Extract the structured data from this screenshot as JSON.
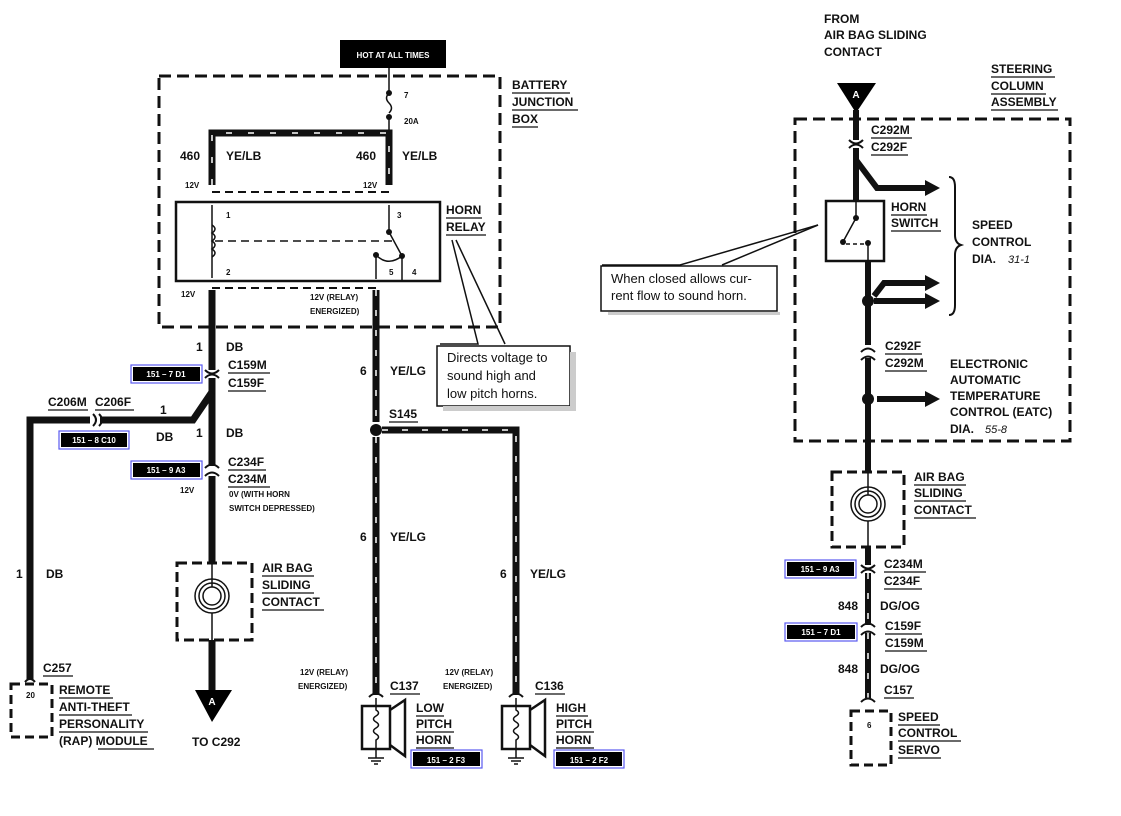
{
  "diagram": {
    "type": "wiring-schematic",
    "title": "Horn circuit"
  },
  "colors": {
    "ink": "#111111",
    "background": "#ffffff",
    "link_border": "#5b5bf0",
    "link_fill": "#000000",
    "link_text": "#ffffff"
  },
  "power": {
    "hot_label": "HOT AT ALL TIMES",
    "fuse_number": "7",
    "fuse_rating": "20A",
    "junction_box": [
      "BATTERY",
      "JUNCTION",
      "BOX"
    ]
  },
  "relay": {
    "name": [
      "HORN",
      "RELAY"
    ],
    "pins": [
      "1",
      "2",
      "3",
      "4",
      "5"
    ],
    "circuit_left": "460",
    "color_left": "YE/LB",
    "circuit_right": "460",
    "color_right": "YE/LB",
    "volt_left_top": "12V",
    "volt_right_top": "12V",
    "volt_left_bottom": "12V",
    "volt_right_bottom": [
      "12V (RELAY)",
      "ENERGIZED)"
    ]
  },
  "left_branch": {
    "wire1": {
      "circuit": "1",
      "color": "DB"
    },
    "c159": [
      "C159M",
      "C159F"
    ],
    "c206": [
      "C206M",
      "C206F"
    ],
    "c206_circuit": "1",
    "c206_color": "DB",
    "wire2": {
      "circuit": "1",
      "color": "DB"
    },
    "c234": [
      "C234F",
      "C234M"
    ],
    "volt_12": "12V",
    "volt_0": [
      "0V (WITH HORN",
      "SWITCH DEPRESSED)"
    ],
    "rap_wire": {
      "circuit": "1",
      "color": "DB"
    },
    "c257": "C257",
    "rap_pin": "20",
    "rap_module": [
      "REMOTE",
      "ANTI-THEFT",
      "PERSONALITY",
      "(RAP) MODULE"
    ],
    "airbag": [
      "AIR BAG",
      "SLIDING",
      "CONTACT"
    ],
    "connector_a": "A",
    "to_label": "TO C292"
  },
  "links": {
    "l1517d1": "151 – 7 D1",
    "l1518c10": "151 – 8 C10",
    "l1519a3": "151 – 9 A3",
    "l1512f3": "151 – 2 F3",
    "l1512f2": "151 – 2 F2",
    "r1519a3": "151 – 9 A3",
    "r1517d1": "151 – 7 D1"
  },
  "horn_branch": {
    "callout": [
      "Directs voltage to",
      "sound high and",
      "low pitch horns."
    ],
    "wire_top": {
      "circuit": "6",
      "color": "YE/LG"
    },
    "splice": "S145",
    "wire_low": {
      "circuit": "6",
      "color": "YE/LG"
    },
    "wire_high": {
      "circuit": "6",
      "color": "YE/LG"
    },
    "low_volt": [
      "12V (RELAY)",
      "ENERGIZED)"
    ],
    "high_volt": [
      "12V (RELAY)",
      "ENERGIZED)"
    ],
    "c137": "C137",
    "c136": "C136",
    "low_horn": [
      "LOW",
      "PITCH",
      "HORN"
    ],
    "high_horn": [
      "HIGH",
      "PITCH",
      "HORN"
    ]
  },
  "right_side": {
    "from": [
      "FROM",
      "AIR BAG SLIDING",
      "CONTACT"
    ],
    "connector_a": "A",
    "steering": [
      "STEERING",
      "COLUMN",
      "ASSEMBLY"
    ],
    "c292_top": [
      "C292M",
      "C292F"
    ],
    "horn_switch": [
      "HORN",
      "SWITCH"
    ],
    "callout": [
      "When closed allows cur-",
      "rent flow to sound horn."
    ],
    "speed_control": [
      "SPEED",
      "CONTROL",
      "DIA."
    ],
    "speed_dia": "31-1",
    "c292_bottom": [
      "C292F",
      "C292M"
    ],
    "eatc": [
      "ELECTRONIC",
      "AUTOMATIC",
      "TEMPERATURE",
      "CONTROL (EATC)",
      "DIA."
    ],
    "eatc_dia": "55-8",
    "airbag": [
      "AIR BAG",
      "SLIDING",
      "CONTACT"
    ],
    "c234": [
      "C234M",
      "C234F"
    ],
    "wire1": {
      "circuit": "848",
      "color": "DG/OG"
    },
    "c159": [
      "C159F",
      "C159M"
    ],
    "wire2": {
      "circuit": "848",
      "color": "DG/OG"
    },
    "c157": "C157",
    "servo_pin": "6",
    "servo": [
      "SPEED",
      "CONTROL",
      "SERVO"
    ]
  }
}
